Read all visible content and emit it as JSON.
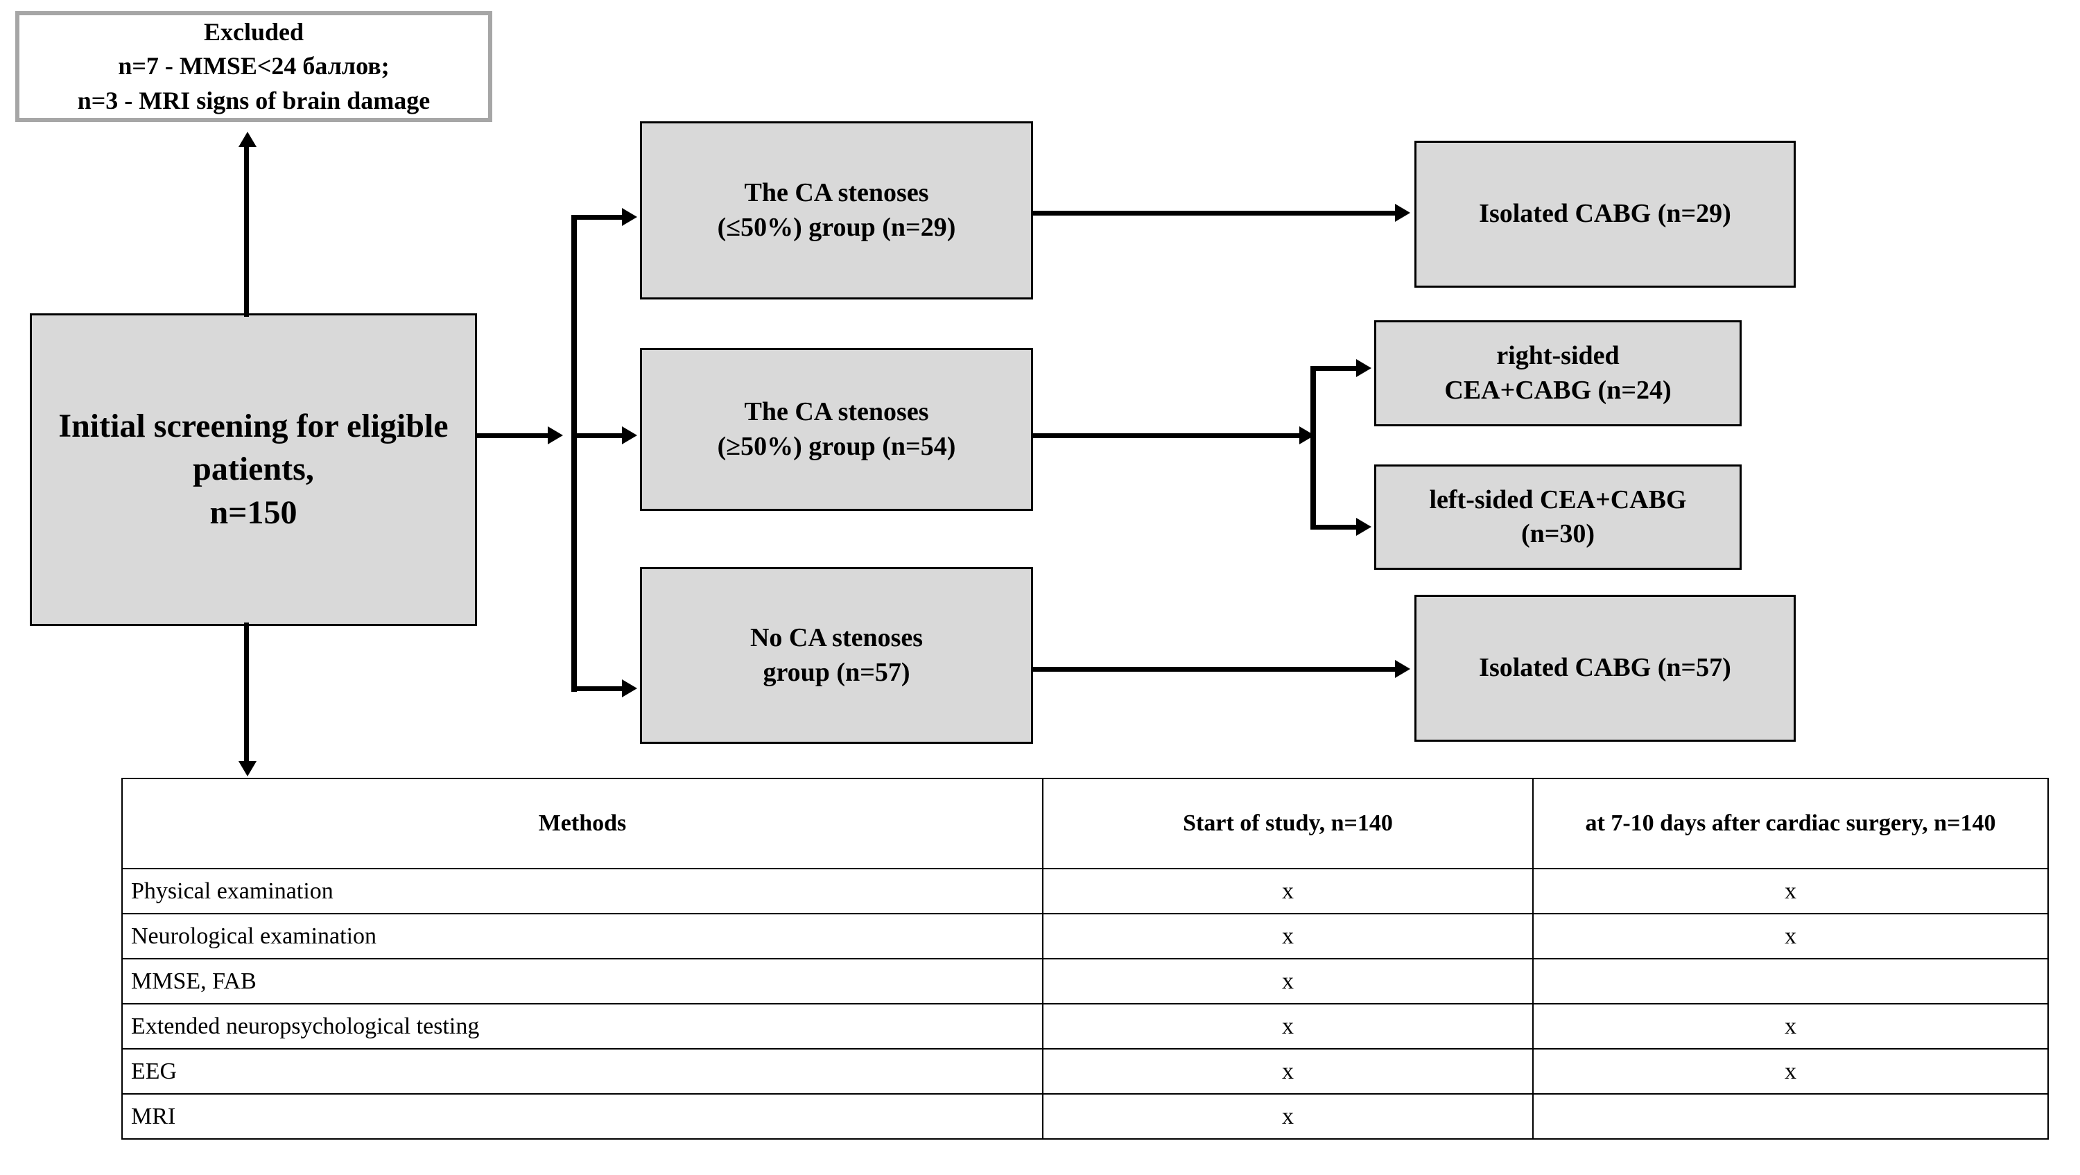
{
  "diagram": {
    "type": "study-flowchart",
    "nodes": {
      "excluded": {
        "label": "Excluded\nn=7 - MMSE<24 баллов;\nn=3 - MRI signs of brain damage"
      },
      "initial_screening": {
        "label": "Initial screening for eligible patients,\nn=150"
      },
      "group_ca_le50": {
        "label": "The CA stenoses\n(≤50%) group (n=29)"
      },
      "group_ca_ge50": {
        "label": "The CA stenoses\n(≥50%) group (n=54)"
      },
      "group_no_ca": {
        "label": "No CA stenoses\ngroup (n=57)"
      },
      "isolated_cabg_29": {
        "label": "Isolated CABG (n=29)"
      },
      "right_cea_cabg": {
        "label": "right-sided\nCEA+CABG (n=24)"
      },
      "left_cea_cabg": {
        "label": "left-sided CEA+CABG\n(n=30)"
      },
      "isolated_cabg_57": {
        "label": "Isolated CABG (n=57)"
      }
    },
    "colors": {
      "box_fill": "#d9d9d9",
      "box_border": "#000000",
      "excluded_fill": "#ffffff",
      "excluded_border": "#a6a6a6",
      "connector": "#000000"
    }
  },
  "table": {
    "columns": [
      "Methods",
      "Start of study, n=140",
      "at 7-10 days after cardiac surgery, n=140"
    ],
    "mark": "x",
    "rows": [
      {
        "method": "Physical examination",
        "start": "x",
        "after": "x"
      },
      {
        "method": "Neurological  examination",
        "start": "x",
        "after": "x"
      },
      {
        "method": "MMSE, FAB",
        "start": "x",
        "after": ""
      },
      {
        "method": "Extended  neuropsychological  testing",
        "start": "x",
        "after": "x"
      },
      {
        "method": "EEG",
        "start": "x",
        "after": "x"
      },
      {
        "method": "MRI",
        "start": "x",
        "after": ""
      }
    ]
  }
}
